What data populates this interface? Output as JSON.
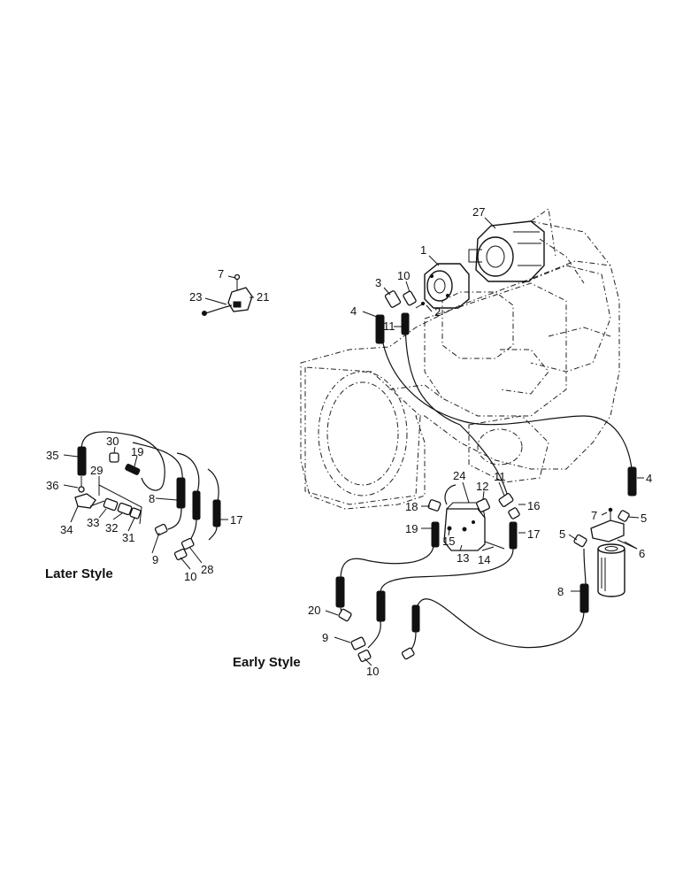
{
  "captions": {
    "later_style": "Later Style",
    "early_style": "Early Style"
  },
  "callouts": {
    "c1": "1",
    "c2": "2",
    "c3": "3",
    "c4a": "4",
    "c4b": "4",
    "c5a": "5",
    "c5b": "5",
    "c6": "6",
    "c7a": "7",
    "c7b": "7",
    "c8a": "8",
    "c8b": "8",
    "c9a": "9",
    "c9b": "9",
    "c10a": "10",
    "c10b": "10",
    "c10c": "10",
    "c11a": "11",
    "c11b": "11",
    "c12": "12",
    "c13": "13",
    "c14": "14",
    "c15": "15",
    "c16": "16",
    "c17a": "17",
    "c17b": "17",
    "c18": "18",
    "c19a": "19",
    "c19b": "19",
    "c20": "20",
    "c21": "21",
    "c23": "23",
    "c24": "24",
    "c27": "27",
    "c28": "28",
    "c29": "29",
    "c30": "30",
    "c31": "31",
    "c32": "32",
    "c33": "33",
    "c34": "34",
    "c35": "35",
    "c36": "36"
  }
}
